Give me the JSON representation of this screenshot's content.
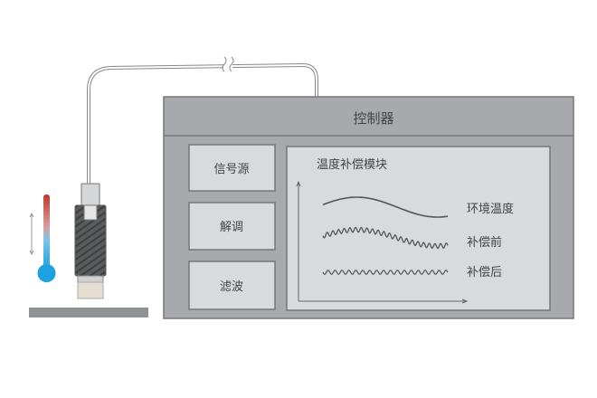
{
  "controller": {
    "title": "控制器"
  },
  "modules": [
    {
      "label": "信号源"
    },
    {
      "label": "解调"
    },
    {
      "label": "滤波"
    }
  ],
  "compensation_panel": {
    "title": "温度补偿模块",
    "curves": [
      {
        "label": "环境温度"
      },
      {
        "label": "补偿前"
      },
      {
        "label": "补偿后"
      }
    ]
  },
  "colors": {
    "housing": "#a7a9ac",
    "panel": "#d9dadb",
    "thermo_hot": "#c0392b",
    "thermo_cold": "#1ea1e0"
  }
}
